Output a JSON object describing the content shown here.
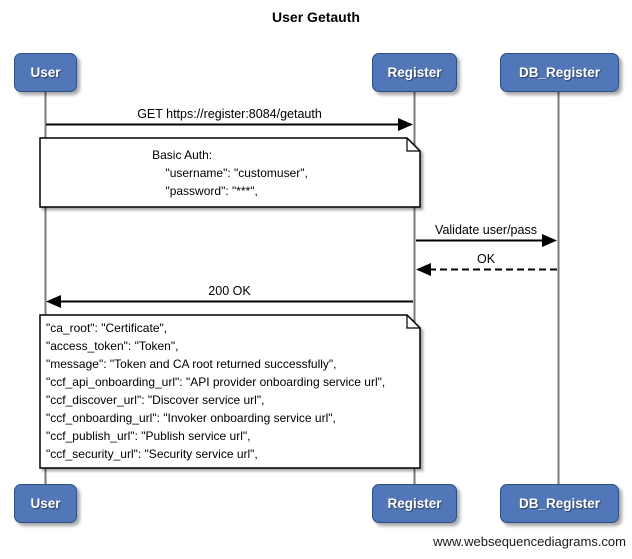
{
  "title": "User Getauth",
  "watermark": "www.websequencediagrams.com",
  "actors": [
    {
      "label": "User"
    },
    {
      "label": "Register"
    },
    {
      "label": "DB_Register"
    }
  ],
  "messages": [
    {
      "label": "GET https://register:8084/getauth",
      "from": "User",
      "to": "Register",
      "style": "solid"
    },
    {
      "label": "Validate user/pass",
      "from": "Register",
      "to": "DB_Register",
      "style": "solid"
    },
    {
      "label": "OK",
      "from": "DB_Register",
      "to": "Register",
      "style": "dashed"
    },
    {
      "label": "200 OK",
      "from": "Register",
      "to": "User",
      "style": "solid"
    }
  ],
  "notes": [
    {
      "over": "User,Register",
      "text": "Basic Auth:\n    \"username\": \"customuser\",\n    \"password\": \"***\","
    },
    {
      "over": "User,Register",
      "text": "\"ca_root\": \"Certificate\",\n\"access_token\": \"Token\",\n\"message\": \"Token and CA root returned successfully\",\n\"ccf_api_onboarding_url\": \"API provider onboarding service url\",\n\"ccf_discover_url\": \"Discover service url\",\n\"ccf_onboarding_url\": \"Invoker onboarding service url\",\n\"ccf_publish_url\": \"Publish service url\",\n\"ccf_security_url\": \"Security service url\","
    }
  ],
  "colors": {
    "actor_fill": "#5277b8",
    "actor_border": "#2e4f86",
    "lifeline": "#7a7a7a",
    "arrow": "#000000",
    "note_fill": "#ffffff",
    "note_border": "#000000"
  }
}
